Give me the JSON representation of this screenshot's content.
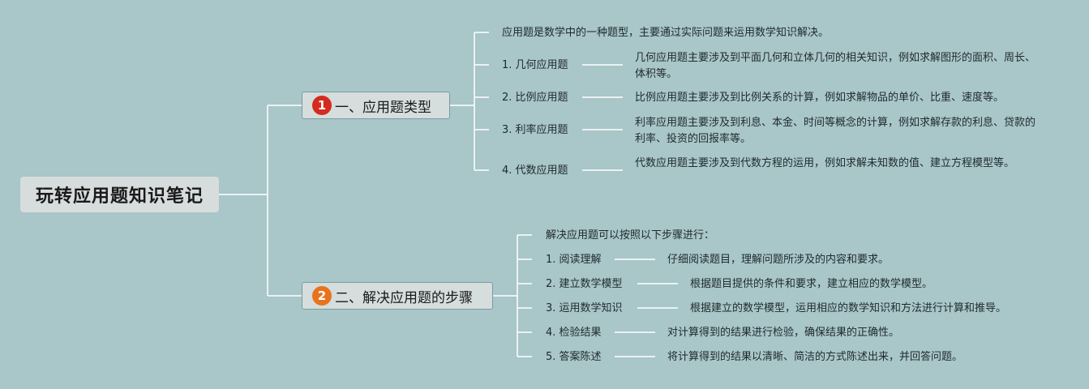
{
  "title": "玩转应用题知识笔记",
  "colors": {
    "background": "#a9c6c9",
    "badge1": "#d42b1e",
    "badge2": "#e8731c",
    "line": "#ffffff"
  },
  "branch1": {
    "badge": "1",
    "label": "一、应用题类型",
    "intro": "应用题是数学中的一种题型，主要通过实际问题来运用数学知识解决。",
    "items": [
      {
        "label": "1. 几何应用题",
        "desc": "几何应用题主要涉及到平面几何和立体几何的相关知识，例如求解图形的面积、周长、体积等。"
      },
      {
        "label": "2. 比例应用题",
        "desc": "比例应用题主要涉及到比例关系的计算，例如求解物品的单价、比重、速度等。"
      },
      {
        "label": "3. 利率应用题",
        "desc": "利率应用题主要涉及到利息、本金、时间等概念的计算，例如求解存款的利息、贷款的利率、投资的回报率等。"
      },
      {
        "label": "4. 代数应用题",
        "desc": "代数应用题主要涉及到代数方程的运用，例如求解未知数的值、建立方程模型等。"
      }
    ]
  },
  "branch2": {
    "badge": "2",
    "label": "二、解决应用题的步骤",
    "intro": "解决应用题可以按照以下步骤进行：",
    "items": [
      {
        "label": "1. 阅读理解",
        "desc": "仔细阅读题目，理解问题所涉及的内容和要求。"
      },
      {
        "label": "2. 建立数学模型",
        "desc": "根据题目提供的条件和要求，建立相应的数学模型。"
      },
      {
        "label": "3. 运用数学知识",
        "desc": "根据建立的数学模型，运用相应的数学知识和方法进行计算和推导。"
      },
      {
        "label": "4. 检验结果",
        "desc": "对计算得到的结果进行检验，确保结果的正确性。"
      },
      {
        "label": "5. 答案陈述",
        "desc": "将计算得到的结果以清晰、简洁的方式陈述出来，并回答问题。"
      }
    ]
  }
}
